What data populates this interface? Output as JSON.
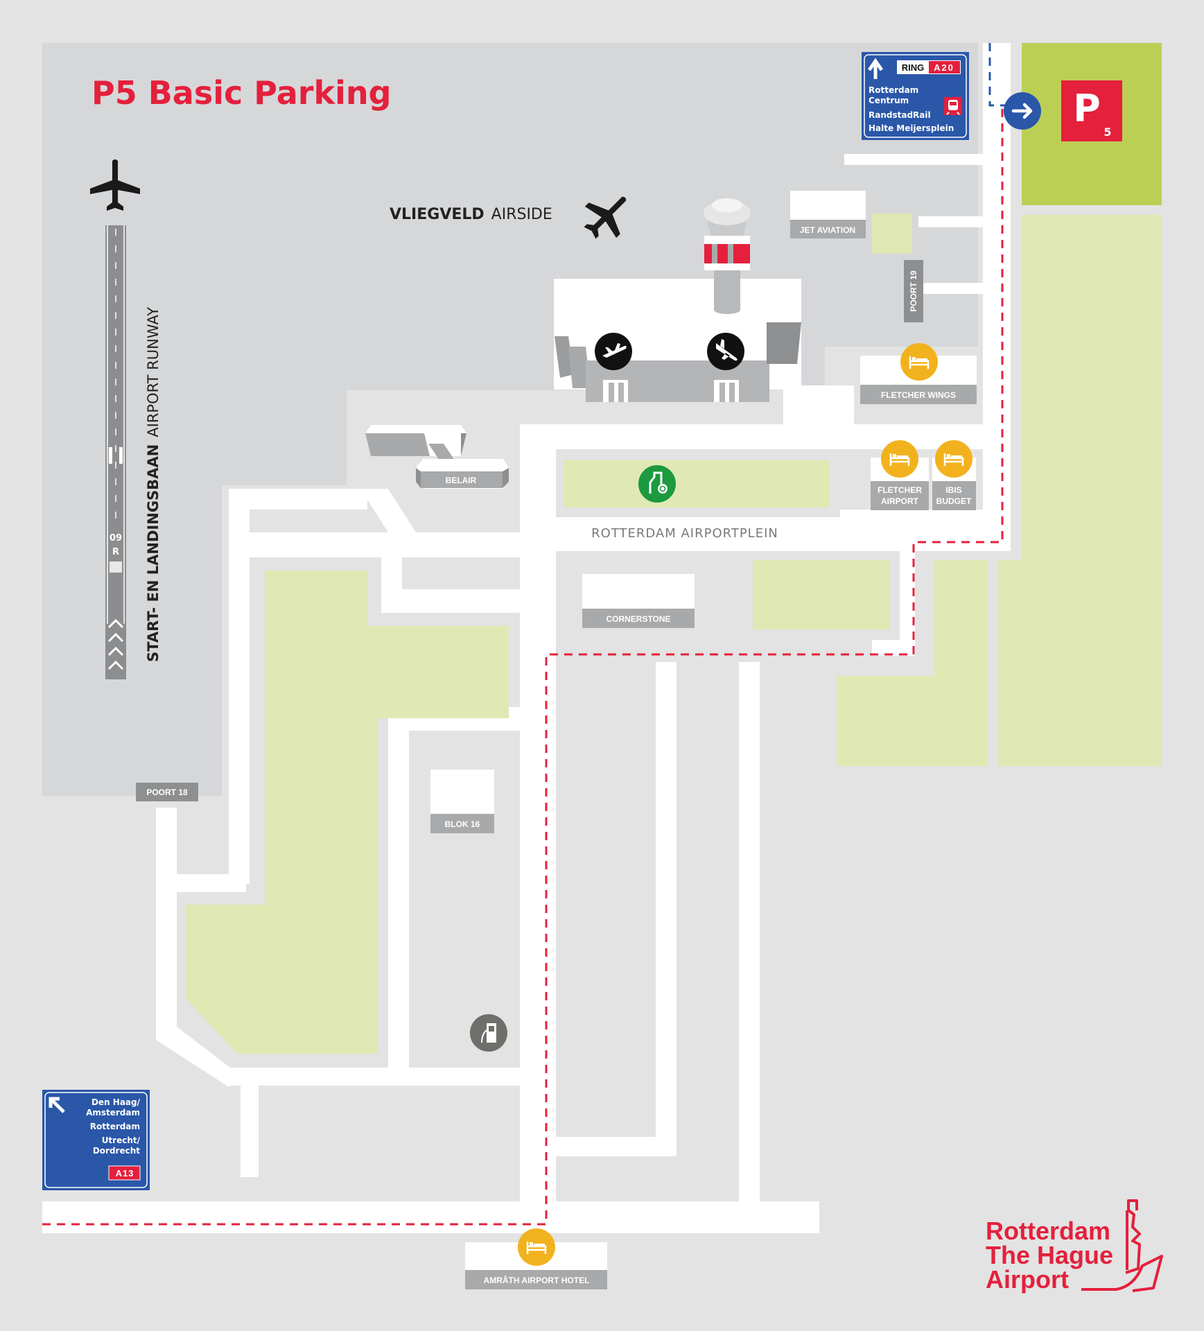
{
  "map": {
    "title": "P5 Basic Parking",
    "colors": {
      "background": "#e3e3e3",
      "airside": "#d6d7d9",
      "block": "#e3e3e3",
      "road": "#ffffff",
      "grass": "#e0e8b3",
      "parking_field": "#bccf55",
      "accent_red": "#e4203c",
      "sign_blue": "#2a57a8",
      "hotel_yellow": "#f2b21e",
      "label_gray": "#a8a9ab",
      "atm_green": "#1b9a3e",
      "fuel_gray": "#6e6e6b"
    },
    "airside": {
      "label_bold": "VLIEGVELD",
      "label_light": "AIRSIDE",
      "icon": "airplane-icon"
    },
    "runway": {
      "label_bold": "START- EN LANDINGSBAAN",
      "label_light": "AIRPORT RUNWAY",
      "designator_number": "09",
      "designator_letter": "R",
      "icon": "airplane-icon"
    },
    "terminal": {
      "departures_icon": "departures-icon",
      "arrivals_icon": "arrivals-icon",
      "tower_icon": "control-tower-icon"
    },
    "buildings": [
      {
        "name": "JET AVIATION"
      },
      {
        "name": "BELAIR"
      },
      {
        "name": "CORNERSTONE"
      },
      {
        "name": "BLOK 16"
      }
    ],
    "gates": [
      {
        "name": "POORT 18"
      },
      {
        "name": "POORT 19"
      }
    ],
    "hotels": [
      {
        "name": "FLETCHER WINGS",
        "lines": [
          "FLETCHER WINGS"
        ],
        "icon": "bed-icon"
      },
      {
        "name": "FLETCHER AIRPORT",
        "lines": [
          "FLETCHER",
          "AIRPORT"
        ],
        "icon": "bed-icon"
      },
      {
        "name": "IBIS BUDGET",
        "lines": [
          "IBIS",
          "BUDGET"
        ],
        "icon": "bed-icon"
      },
      {
        "name": "AMRÂTH AIRPORT HOTEL",
        "lines": [
          "AMRÂTH AIRPORT HOTEL"
        ],
        "icon": "bed-icon"
      }
    ],
    "street_label": "ROTTERDAM AIRPORTPLEIN",
    "pois": [
      {
        "name": "payment machine",
        "icon": "payment-machine-icon"
      },
      {
        "name": "fuel station",
        "icon": "fuel-pump-icon"
      }
    ],
    "parking": {
      "letter": "P",
      "number": "5",
      "entrance_icon": "arrow-right-icon"
    },
    "sign_ring": {
      "arrow_icon": "arrow-up-icon",
      "ring_label": "RING",
      "road": "A20",
      "lines": [
        "Rotterdam",
        "Centrum",
        "RandstadRail",
        "Halte Meijersplein"
      ],
      "train_icon": "train-icon"
    },
    "sign_a13": {
      "arrow_icon": "arrow-up-left-icon",
      "lines": [
        "Den Haag/",
        "Amsterdam",
        "Rotterdam",
        "Utrecht/",
        "Dordrecht"
      ],
      "road": "A13"
    },
    "logo": {
      "lines": [
        "Rotterdam",
        "The Hague",
        "Airport"
      ],
      "icon": "control-tower-logo-icon"
    }
  }
}
